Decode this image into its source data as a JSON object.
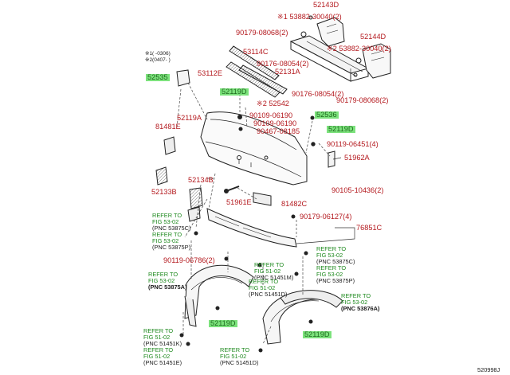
{
  "legend": {
    "line1": "※1(  -0306)",
    "line2": "※2(0407-  )"
  },
  "parts": {
    "p52143D": "52143D",
    "p53882_30040_1": "※1 53882-30040(2)",
    "p90179_08068_a": "90179-08068(2)",
    "p52144D": "52144D",
    "p53882_30040_2": "※2 53882-30040(2)",
    "p53114C": "53114C",
    "p90176_08054_a": "90176-08054(2)",
    "p52131A": "52131A",
    "p53112E": "53112E",
    "p52535": "52535",
    "p52119D_a": "52119D",
    "p52542": "※2 52542",
    "p90176_08054_b": "90176-08054(2)",
    "p90179_08068_b": "90179-08068(2)",
    "p52119A": "52119A",
    "p90109_06190_a": "90109-06190",
    "p90109_06190_b": "90109-06190",
    "p52536": "52536",
    "p81481E": "81481E",
    "p90467_08185": "90467-08185",
    "p52119D_b": "52119D",
    "p90119_06451": "90119-06451(4)",
    "p51962A": "51962A",
    "p52133B": "52133B",
    "p52134B": "52134B",
    "p90105_10436": "90105-10436(2)",
    "p51961E": "51961E",
    "p81482C": "81482C",
    "p90179_06127": "90179-06127(4)",
    "p76851C": "76851C",
    "p90119_06786": "90119-06786(2)",
    "p52119D_c": "52119D",
    "p52119D_d": "52119D",
    "catalog_id": "520998J"
  },
  "refs": {
    "r1": {
      "l1": "REFER TO",
      "l2": "FIG 53-02",
      "pnc": "(PNC 53875C)"
    },
    "r2": {
      "l1": "REFER TO",
      "l2": "FIG 53-02",
      "pnc": "(PNC 53875P)"
    },
    "r3": {
      "l1": "REFER TO",
      "l2": "FIG 51-02",
      "pnc": "(PNC 51451M)"
    },
    "r4": {
      "l1": "REFER TO",
      "l2": "FIG 53-02",
      "pnc": "(PNC 53875C)"
    },
    "r5": {
      "l1": "REFER TO",
      "l2": "FIG 53-02",
      "pnc": "(PNC 53875P)"
    },
    "r6": {
      "l1": "REFER TO",
      "l2": "FIG 53-02",
      "pnc": "(PNC 53875A)"
    },
    "r7": {
      "l1": "REFER TO",
      "l2": "FIG 51-02",
      "pnc": "(PNC 51451D)"
    },
    "r8": {
      "l1": "REFER TO",
      "l2": "FIG 53-02",
      "pnc": "(PNC 53876A)"
    },
    "r9": {
      "l1": "REFER TO",
      "l2": "FIG 51-02",
      "pnc": "(PNC 51451K)"
    },
    "r10": {
      "l1": "REFER TO",
      "l2": "FIG 51-02",
      "pnc": "(PNC 51451E)"
    },
    "r11": {
      "l1": "REFER TO",
      "l2": "FIG 51-02",
      "pnc": "(PNC 51451D)"
    }
  },
  "colors": {
    "part_number": "#b4191e",
    "highlight": "#7ce27c",
    "reference": "#1f8a1f",
    "line": "#222222"
  }
}
